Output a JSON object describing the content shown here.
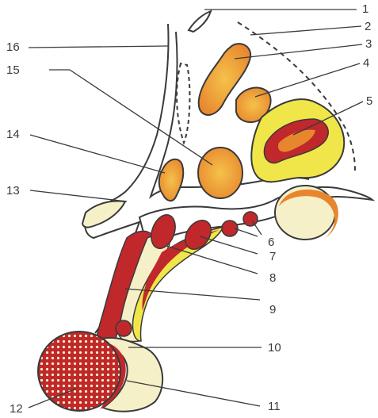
{
  "labels": {
    "l1": "1",
    "l2": "2",
    "l3": "3",
    "l4": "4",
    "l5": "5",
    "l6": "6",
    "l7": "7",
    "l8": "8",
    "l9": "9",
    "l10": "10",
    "l11": "11",
    "l12": "12",
    "l13": "13",
    "l14": "14",
    "l15": "15",
    "l16": "16"
  },
  "colors": {
    "red": "#c0282c",
    "orange": "#e8862e",
    "yellow": "#f0e64a",
    "cream": "#f6f0c8",
    "outline": "#3a3a3a",
    "dot": "#ffffff"
  }
}
